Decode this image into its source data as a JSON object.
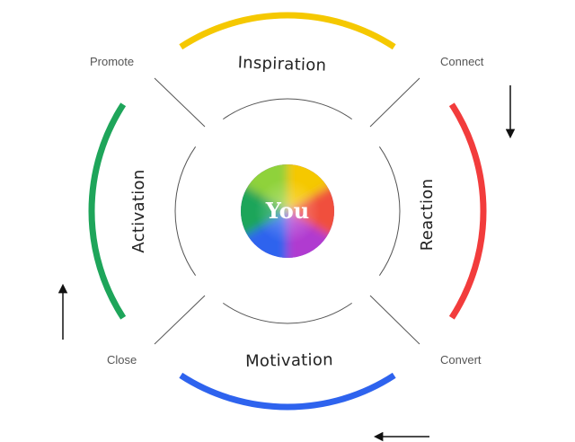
{
  "center": {
    "label": "You"
  },
  "stages": [
    {
      "id": "inspiration",
      "label": "Inspiration",
      "color": "#f5c800"
    },
    {
      "id": "reaction",
      "label": "Reaction",
      "color": "#f23c3c"
    },
    {
      "id": "motivation",
      "label": "Motivation",
      "color": "#2e63ee"
    },
    {
      "id": "activation",
      "label": "Activation",
      "color": "#1ea55a"
    }
  ],
  "transitions": {
    "promote": "Promote",
    "connect": "Connect",
    "convert": "Convert",
    "close": "Close"
  },
  "colors": {
    "connector_lines": "#555555",
    "arrows": "#111111",
    "corner_text": "#555555"
  },
  "flow_direction": "clockwise"
}
